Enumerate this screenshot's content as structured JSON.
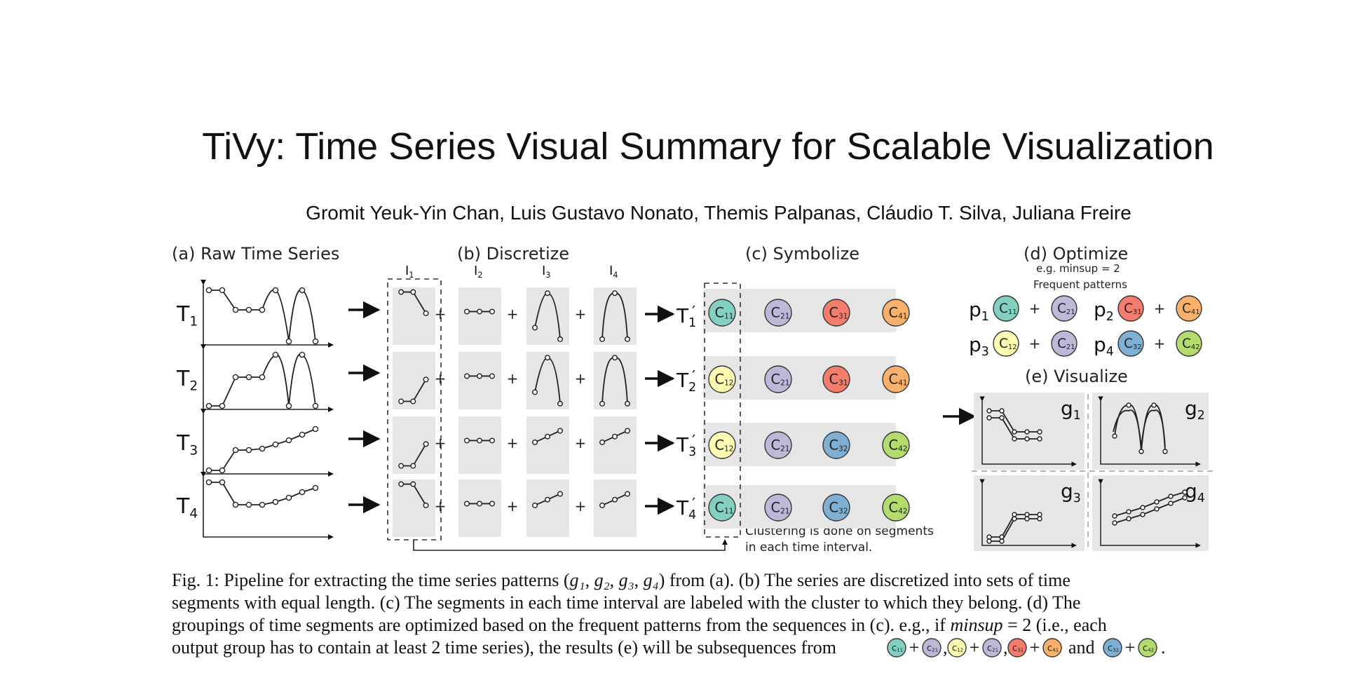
{
  "title": "TiVy: Time Series Visual Summary for Scalable Visualization",
  "authors": "Gromit Yeuk-Yin Chan, Luis Gustavo Nonato, Themis Palpanas, Cláudio T. Silva, Juliana Freire",
  "panels": {
    "a": "(a) Raw Time Series",
    "b": "(b) Discretize",
    "c": "(c) Symbolize",
    "d": "(d) Optimize",
    "d_minsup": "e.g. minsup = 2",
    "d_frequent": "Frequent patterns",
    "e": "(e) Visualize"
  },
  "series_labels": [
    {
      "main": "T",
      "sub": "1"
    },
    {
      "main": "T",
      "sub": "2"
    },
    {
      "main": "T",
      "sub": "3"
    },
    {
      "main": "T",
      "sub": "4"
    }
  ],
  "symbol_labels": [
    {
      "main": "T",
      "sub": "1",
      "prime": "′"
    },
    {
      "main": "T",
      "sub": "2",
      "prime": "′"
    },
    {
      "main": "T",
      "sub": "3",
      "prime": "′"
    },
    {
      "main": "T",
      "sub": "4",
      "prime": "′"
    }
  ],
  "interval_labels": [
    {
      "main": "I",
      "sub": "1"
    },
    {
      "main": "I",
      "sub": "2"
    },
    {
      "main": "I",
      "sub": "3"
    },
    {
      "main": "I",
      "sub": "4"
    }
  ],
  "plus": "+",
  "cluster_colors": {
    "11": "#83cfc0",
    "12": "#fdfbb2",
    "21": "#bdb8d8",
    "31": "#f47c6c",
    "32": "#7fb0d3",
    "41": "#f8b16b",
    "42": "#b4db6e"
  },
  "symbol_rows": [
    [
      {
        "main": "C",
        "sub": "11",
        "color": "11"
      },
      {
        "main": "C",
        "sub": "21",
        "color": "21"
      },
      {
        "main": "C",
        "sub": "31",
        "color": "31"
      },
      {
        "main": "C",
        "sub": "41",
        "color": "41"
      }
    ],
    [
      {
        "main": "C",
        "sub": "12",
        "color": "12"
      },
      {
        "main": "C",
        "sub": "21",
        "color": "21"
      },
      {
        "main": "C",
        "sub": "31",
        "color": "31"
      },
      {
        "main": "C",
        "sub": "41",
        "color": "41"
      }
    ],
    [
      {
        "main": "C",
        "sub": "12",
        "color": "12"
      },
      {
        "main": "C",
        "sub": "21",
        "color": "21"
      },
      {
        "main": "C",
        "sub": "32",
        "color": "32"
      },
      {
        "main": "C",
        "sub": "42",
        "color": "42"
      }
    ],
    [
      {
        "main": "C",
        "sub": "11",
        "color": "11"
      },
      {
        "main": "C",
        "sub": "21",
        "color": "21"
      },
      {
        "main": "C",
        "sub": "32",
        "color": "32"
      },
      {
        "main": "C",
        "sub": "42",
        "color": "42"
      }
    ]
  ],
  "clustering_note": [
    "Clustering is done on segments",
    "in each time interval."
  ],
  "patterns": [
    {
      "main": "p",
      "sub": "1",
      "c1": {
        "main": "C",
        "sub": "11",
        "color": "11"
      },
      "c2": {
        "main": "C",
        "sub": "21",
        "color": "21"
      }
    },
    {
      "main": "p",
      "sub": "2",
      "c1": {
        "main": "C",
        "sub": "31",
        "color": "31"
      },
      "c2": {
        "main": "C",
        "sub": "41",
        "color": "41"
      }
    },
    {
      "main": "p",
      "sub": "3",
      "c1": {
        "main": "C",
        "sub": "12",
        "color": "12"
      },
      "c2": {
        "main": "C",
        "sub": "21",
        "color": "21"
      }
    },
    {
      "main": "p",
      "sub": "4",
      "c1": {
        "main": "C",
        "sub": "32",
        "color": "32"
      },
      "c2": {
        "main": "C",
        "sub": "42",
        "color": "42"
      }
    }
  ],
  "groups": [
    {
      "main": "g",
      "sub": "1"
    },
    {
      "main": "g",
      "sub": "2"
    },
    {
      "main": "g",
      "sub": "3"
    },
    {
      "main": "g",
      "sub": "4"
    }
  ],
  "caption": {
    "line1_a": "Fig. 1: Pipeline for extracting the time series patterns (",
    "line1_b": ") from (a). (b) The series are discretized into sets of time",
    "line1_vars": "g₁, g₂, g₃, g₄",
    "line2": "segments with equal length. (c) The segments in each time interval are labeled with the cluster to which they belong. (d) The",
    "line3_a": "groupings of time segments are optimized based on the frequent patterns from the sequences in (c). e.g., if ",
    "line3_em": "minsup",
    "line3_b": " = 2 (i.e., each",
    "line4_a": "output group has to contain at least 2 time series), the results (e) will be subsequences from",
    "line4_and": "and",
    "line4_end": ".",
    "sep": ",",
    "seq1": [
      {
        "t": "c",
        "sub": "11",
        "color": "11"
      },
      {
        "t": "+"
      },
      {
        "t": "c",
        "sub": "21",
        "color": "21"
      },
      {
        "t": ","
      },
      {
        "t": "c",
        "sub": "12",
        "color": "12"
      },
      {
        "t": "+"
      },
      {
        "t": "c",
        "sub": "21",
        "color": "21"
      },
      {
        "t": ","
      },
      {
        "t": "c",
        "sub": "31",
        "color": "31"
      },
      {
        "t": "+"
      },
      {
        "t": "c",
        "sub": "41",
        "color": "41"
      }
    ],
    "seq2": [
      {
        "t": "c",
        "sub": "32",
        "color": "32"
      },
      {
        "t": "+"
      },
      {
        "t": "c",
        "sub": "42",
        "color": "42"
      }
    ]
  }
}
